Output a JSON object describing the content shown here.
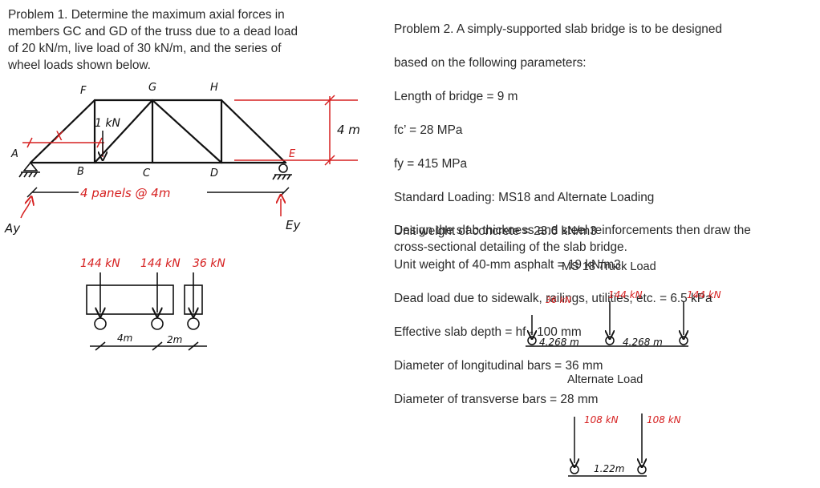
{
  "problem1": {
    "text": "Problem 1. Determine the maximum axial forces in\nmembers GC and GD of the truss due to a dead load\nof 20 kN/m, live load of 30 kN/m, and the series of\nwheel loads shown below."
  },
  "truss": {
    "labels": {
      "A": "A",
      "B": "B",
      "C": "C",
      "D": "D",
      "E": "E",
      "F": "F",
      "G": "G",
      "H": "H",
      "x": "X",
      "unit_load": "1 kN",
      "height": "4 m",
      "panels": "4 panels @ 4m",
      "ay": "Ay",
      "ey": "Ey"
    }
  },
  "wheel_loads": {
    "loads": [
      "144 kN",
      "144 kN",
      "36 kN"
    ],
    "spacings": [
      "4m",
      "2m"
    ]
  },
  "problem2": {
    "lines": [
      "Problem 2. A simply-supported slab bridge is to be designed",
      "based on the following parameters:",
      "Length of bridge = 9 m",
      "fc’ = 28 MPa",
      "fy = 415 MPa",
      "Standard Loading: MS18 and Alternate Loading",
      "Unit weight of concrete = 23.6 kN/m3",
      "Unit weight of 40-mm asphalt = 19 kN/m3",
      "Dead load due to sidewalk, railings, utilities, etc. = 6.5 kPa",
      "Effective slab depth = hf - 100 mm",
      "Diameter of longitudinal bars = 36 mm",
      "Diameter of transverse bars = 28 mm"
    ],
    "design": "Design the slab thickness and steel reinforcements then draw the\ncross-sectional detailing of the slab bridge."
  },
  "ms18": {
    "caption": "MS 18 Truck Load",
    "loads": [
      "36 kN",
      "144 kN",
      "144 kN"
    ],
    "spacings": [
      "4.268 m",
      "4.268 m"
    ]
  },
  "alternate": {
    "caption": "Alternate Load",
    "loads": [
      "108 kN",
      "108 kN"
    ],
    "spacing": "1.22m"
  },
  "colors": {
    "ink": "#111111",
    "red": "#d62020",
    "text": "#2a2a2a"
  }
}
